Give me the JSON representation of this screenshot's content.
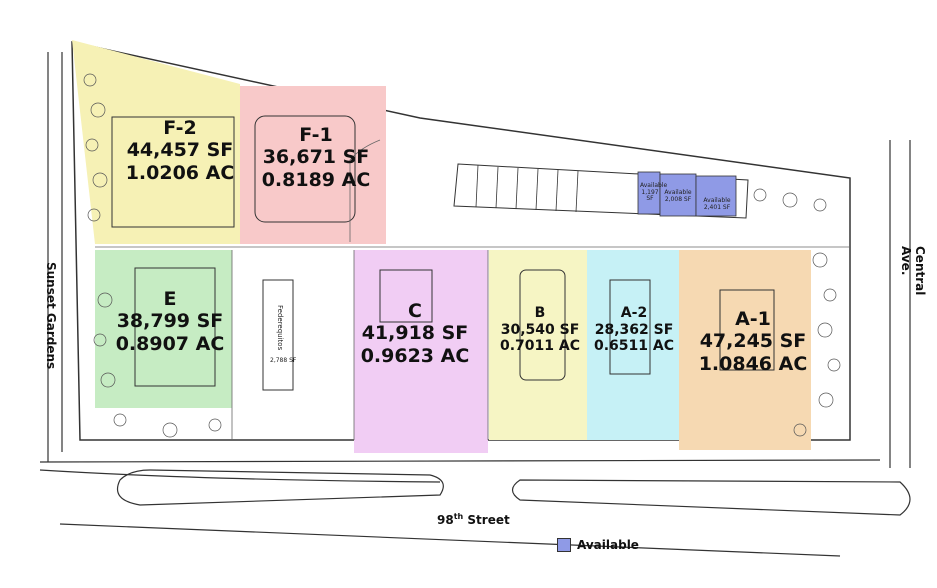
{
  "streets": {
    "west": "Sunset Gardens",
    "east": "Central Ave.",
    "south_base": "98",
    "south_sup": "th",
    "south_suffix": " Street"
  },
  "parcels": [
    {
      "id": "F-2",
      "sf": "44,457 SF",
      "ac": "1.0206 AC",
      "color": "#f6f1b5"
    },
    {
      "id": "F-1",
      "sf": "36,671 SF",
      "ac": "0.8189 AC",
      "color": "#f8c9c9"
    },
    {
      "id": "E",
      "sf": "38,799 SF",
      "ac": "0.8907 AC",
      "color": "#c6ecc3"
    },
    {
      "id": "C",
      "sf": "41,918 SF",
      "ac": "0.9623 AC",
      "color": "#f1cdf4"
    },
    {
      "id": "B",
      "sf": "30,540 SF",
      "ac": "0.7011 AC",
      "color": "#f6f5c4"
    },
    {
      "id": "A-2",
      "sf": "28,362 SF",
      "ac": "0.6511 AC",
      "color": "#c6f1f6"
    },
    {
      "id": "A-1",
      "sf": "47,245 SF",
      "ac": "1.0846 AC",
      "color": "#f6d9b2"
    }
  ],
  "buildings": {
    "federequitos_name": "Federequitos",
    "federequitos_sf": "2,788 SF",
    "shops": [
      "Available",
      "Available",
      "Available"
    ],
    "shops_sf": [
      "1,197 SF",
      "2,008 SF",
      "2,401 SF"
    ]
  },
  "legend": {
    "label": "Available",
    "color": "#8f9ae6"
  }
}
